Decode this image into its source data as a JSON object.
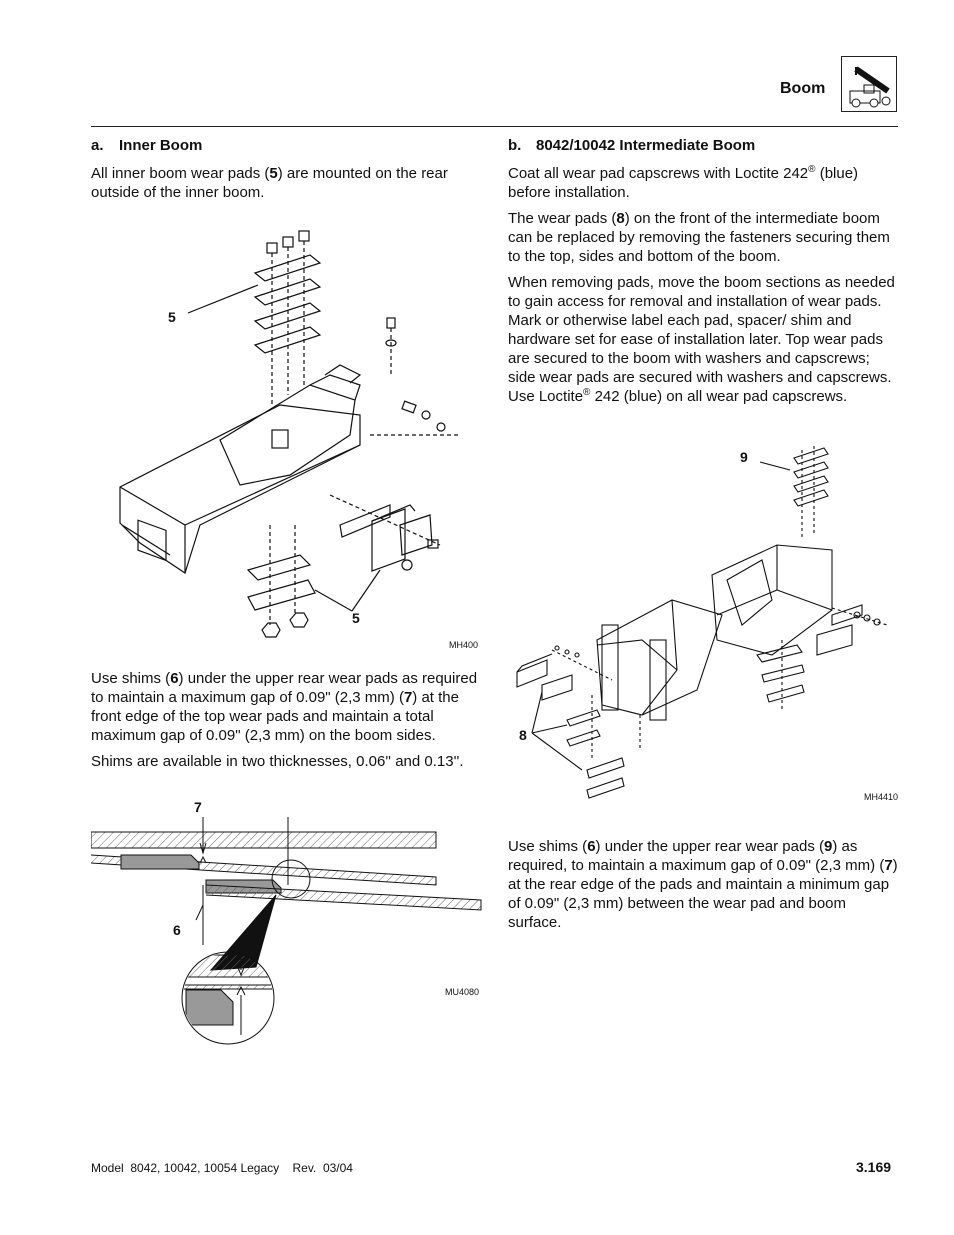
{
  "header": {
    "title": "Boom",
    "icon": "boom-section-icon"
  },
  "left": {
    "heading_label": "a.",
    "heading_text": "Inner Boom",
    "para1_a": "All inner boom wear pads (",
    "para1_b": "5",
    "para1_c": ") are mounted on the rear outside of the inner boom.",
    "fig1": {
      "callout_top": "5",
      "callout_bottom": "5",
      "code": "MH400"
    },
    "para2_a": "Use shims (",
    "para2_b": "6",
    "para2_c": ") under the upper rear wear pads as required to maintain a maximum gap of 0.09\" (2,3 mm) (",
    "para2_d": "7",
    "para2_e": ") at the front edge of the top wear pads and maintain a total maximum gap of 0.09\" (2,3 mm) on the boom sides.",
    "para3": "Shims are available in two thicknesses, 0.06'' and 0.13''.",
    "fig2": {
      "callout_7": "7",
      "callout_6": "6",
      "code": "MU4080"
    }
  },
  "right": {
    "heading_label": "b.",
    "heading_text": "8042/10042 Intermediate Boom",
    "para1_a": "Coat all wear pad capscrews with Loctite 242",
    "para1_reg": "®",
    "para1_b": " (blue) before installation.",
    "para2_a": "The wear pads (",
    "para2_b": "8",
    "para2_c": ") on the front of the intermediate boom can be replaced by removing the fasteners securing them to the top, sides and bottom of the boom.",
    "para3_a": "When removing pads, move the boom sections as needed to gain access for removal and installation of wear pads. Mark or otherwise label each pad, spacer/ shim and hardware set for ease of installation later. Top wear pads are secured to the boom with washers and capscrews; side wear pads are secured with washers and capscrews. Use Loctite",
    "para3_reg": "®",
    "para3_b": " 242 (blue) on all wear pad capscrews.",
    "fig3": {
      "callout_9": "9",
      "callout_8": "8",
      "code": "MH4410"
    },
    "para4_a": "Use shims (",
    "para4_b": "6",
    "para4_c": ") under the upper rear wear pads (",
    "para4_d": "9",
    "para4_e": ") as required, to maintain a maximum gap of 0.09\" (2,3 mm) (",
    "para4_f": "7",
    "para4_g": ") at the rear edge of the pads and maintain a minimum gap of 0.09\" (2,3 mm) between the wear pad and boom surface."
  },
  "footer": {
    "model": "Model  8042, 10042, 10054 Legacy    Rev.  03/04",
    "page": "3.169"
  }
}
